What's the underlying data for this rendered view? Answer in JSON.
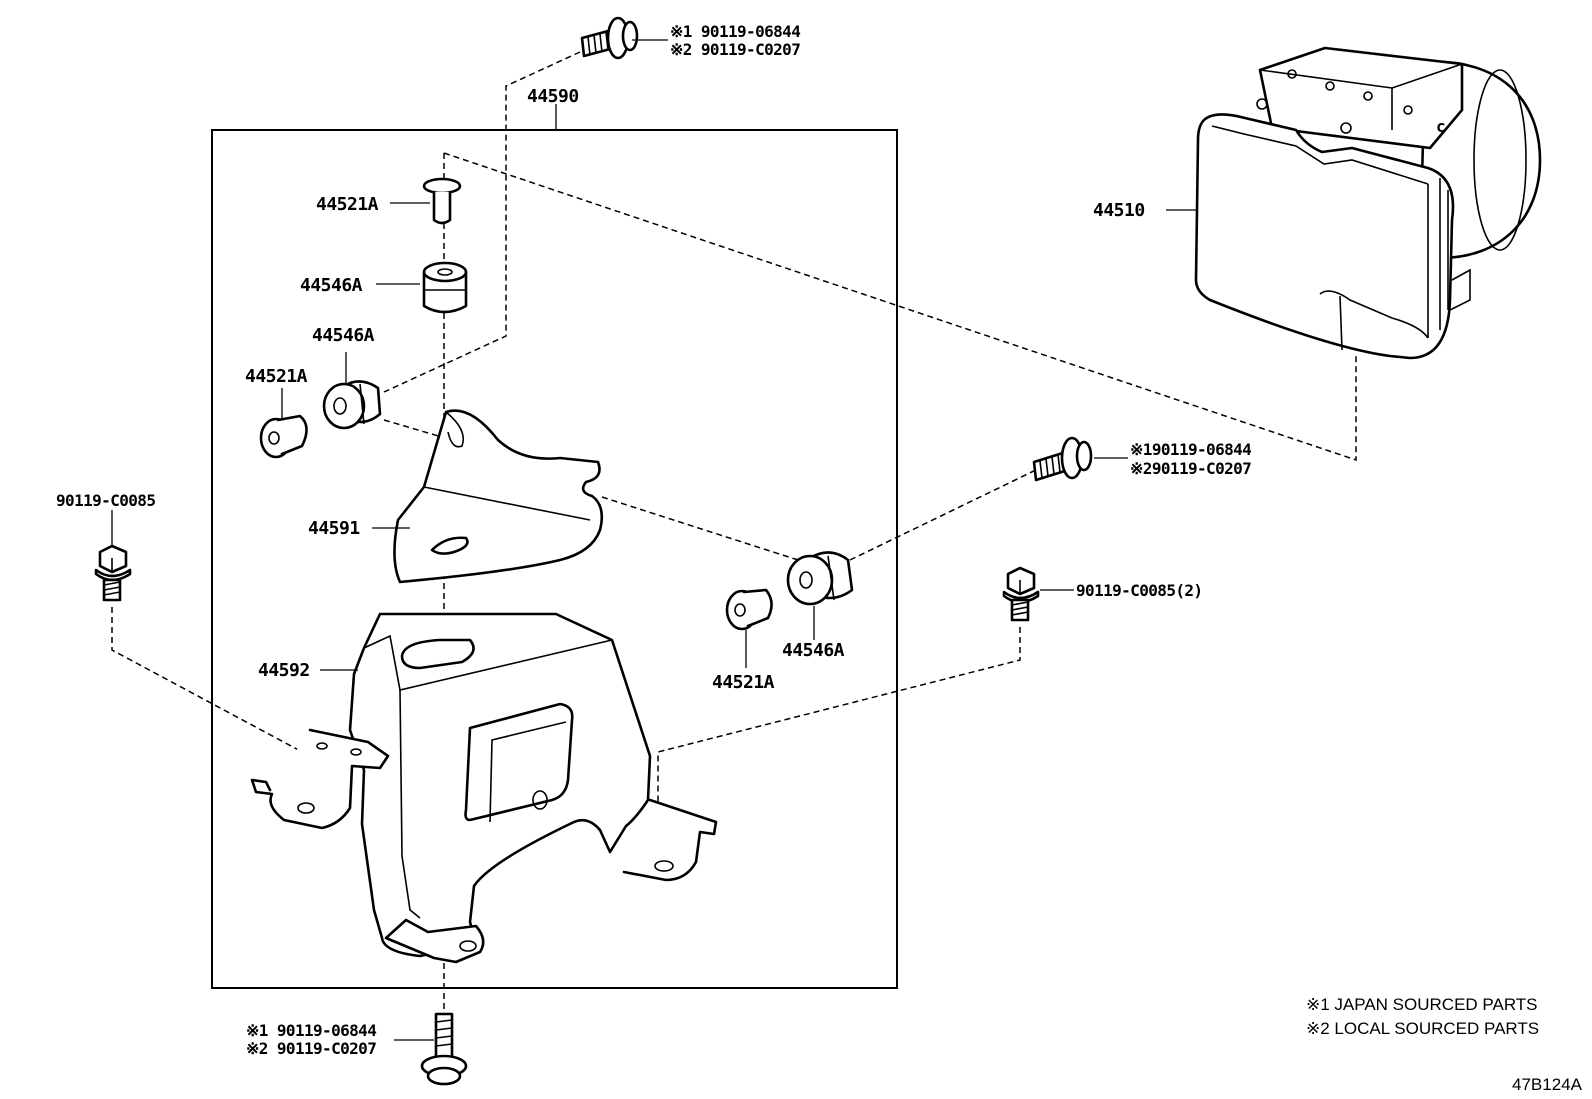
{
  "assembly": {
    "box_label": "44590"
  },
  "labels": {
    "screw_top_1": "※1 90119-06844",
    "screw_top_2": "※2 90119-C0207",
    "actuator": "44510",
    "cushion_upper": "44521A",
    "grommet_upper": "44546A",
    "grommet_mid": "44546A",
    "cushion_mid": "44521A",
    "bracket_upper": "44591",
    "bracket_lower": "44592",
    "bolt_left": "90119-C0085",
    "screw_right_1": "※190119-06844",
    "screw_right_2": "※290119-C0207",
    "bolt_right": "90119-C0085(2)",
    "grommet_right": "44546A",
    "cushion_right": "44521A",
    "screw_bottom_1": "※1 90119-06844",
    "screw_bottom_2": "※2 90119-C0207"
  },
  "notes": {
    "japan": "※1 JAPAN SOURCED PARTS",
    "local": "※2 LOCAL SOURCED PARTS"
  },
  "figure_code": "47B124A"
}
